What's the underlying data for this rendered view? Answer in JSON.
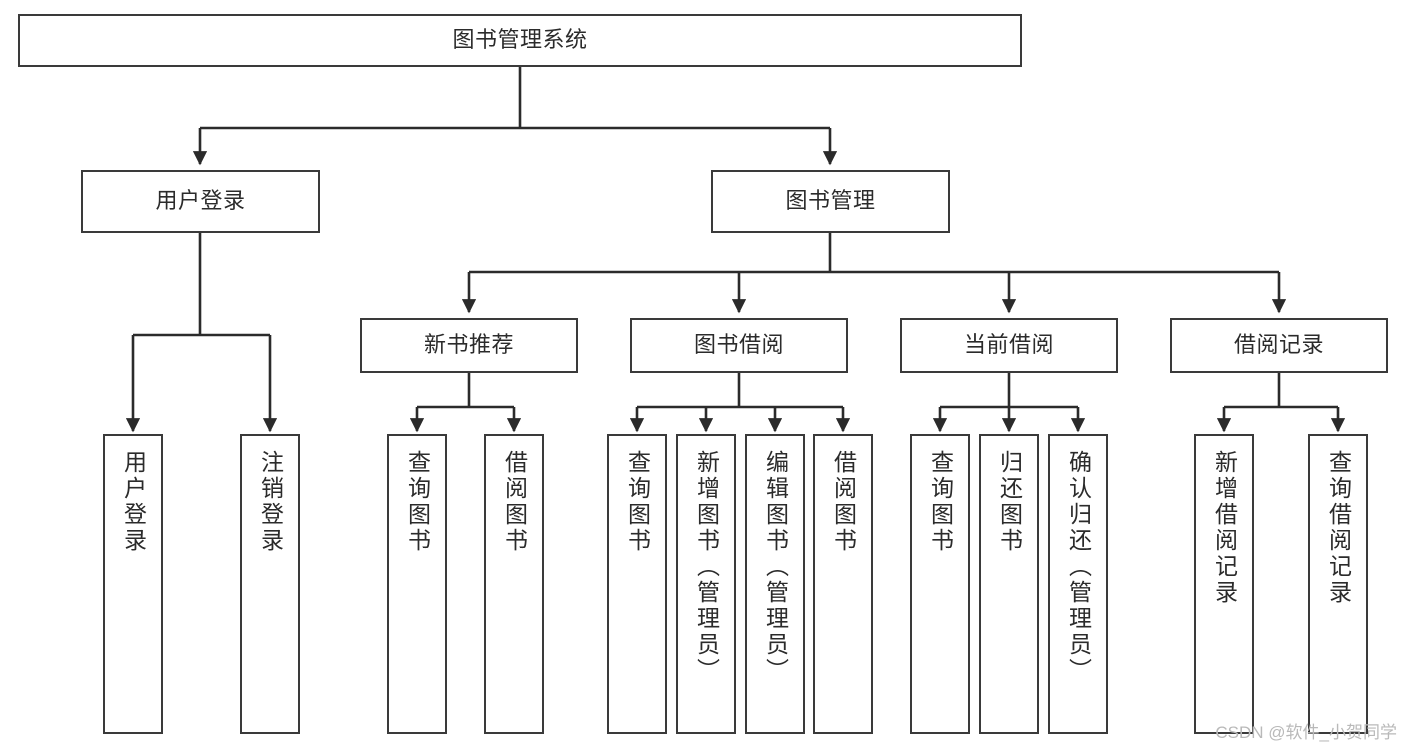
{
  "diagram": {
    "title": "图书管理系统",
    "type": "tree-hierarchy",
    "watermark": "CSDN @软件_小贺同学",
    "stroke_color": "#3a3a3a",
    "background_color": "#ffffff",
    "text_color": "#2b2b2b"
  },
  "nodes": {
    "root": {
      "label": "图书管理系统"
    },
    "level2": [
      {
        "label": "用户登录"
      },
      {
        "label": "图书管理"
      }
    ],
    "level3": [
      {
        "label": "新书推荐"
      },
      {
        "label": "图书借阅"
      },
      {
        "label": "当前借阅"
      },
      {
        "label": "借阅记录"
      }
    ],
    "leaves_user_login": [
      {
        "label": "用户登录"
      },
      {
        "label": "注销登录"
      }
    ],
    "leaves_new_book": [
      {
        "label": "查询图书"
      },
      {
        "label": "借阅图书"
      }
    ],
    "leaves_borrow": [
      {
        "label": "查询图书"
      },
      {
        "label": "新增图书（管理员）"
      },
      {
        "label": "编辑图书（管理员）"
      },
      {
        "label": "借阅图书"
      }
    ],
    "leaves_current": [
      {
        "label": "查询图书"
      },
      {
        "label": "归还图书"
      },
      {
        "label": "确认归还（管理员）"
      }
    ],
    "leaves_records": [
      {
        "label": "新增借阅记录"
      },
      {
        "label": "查询借阅记录"
      }
    ]
  }
}
